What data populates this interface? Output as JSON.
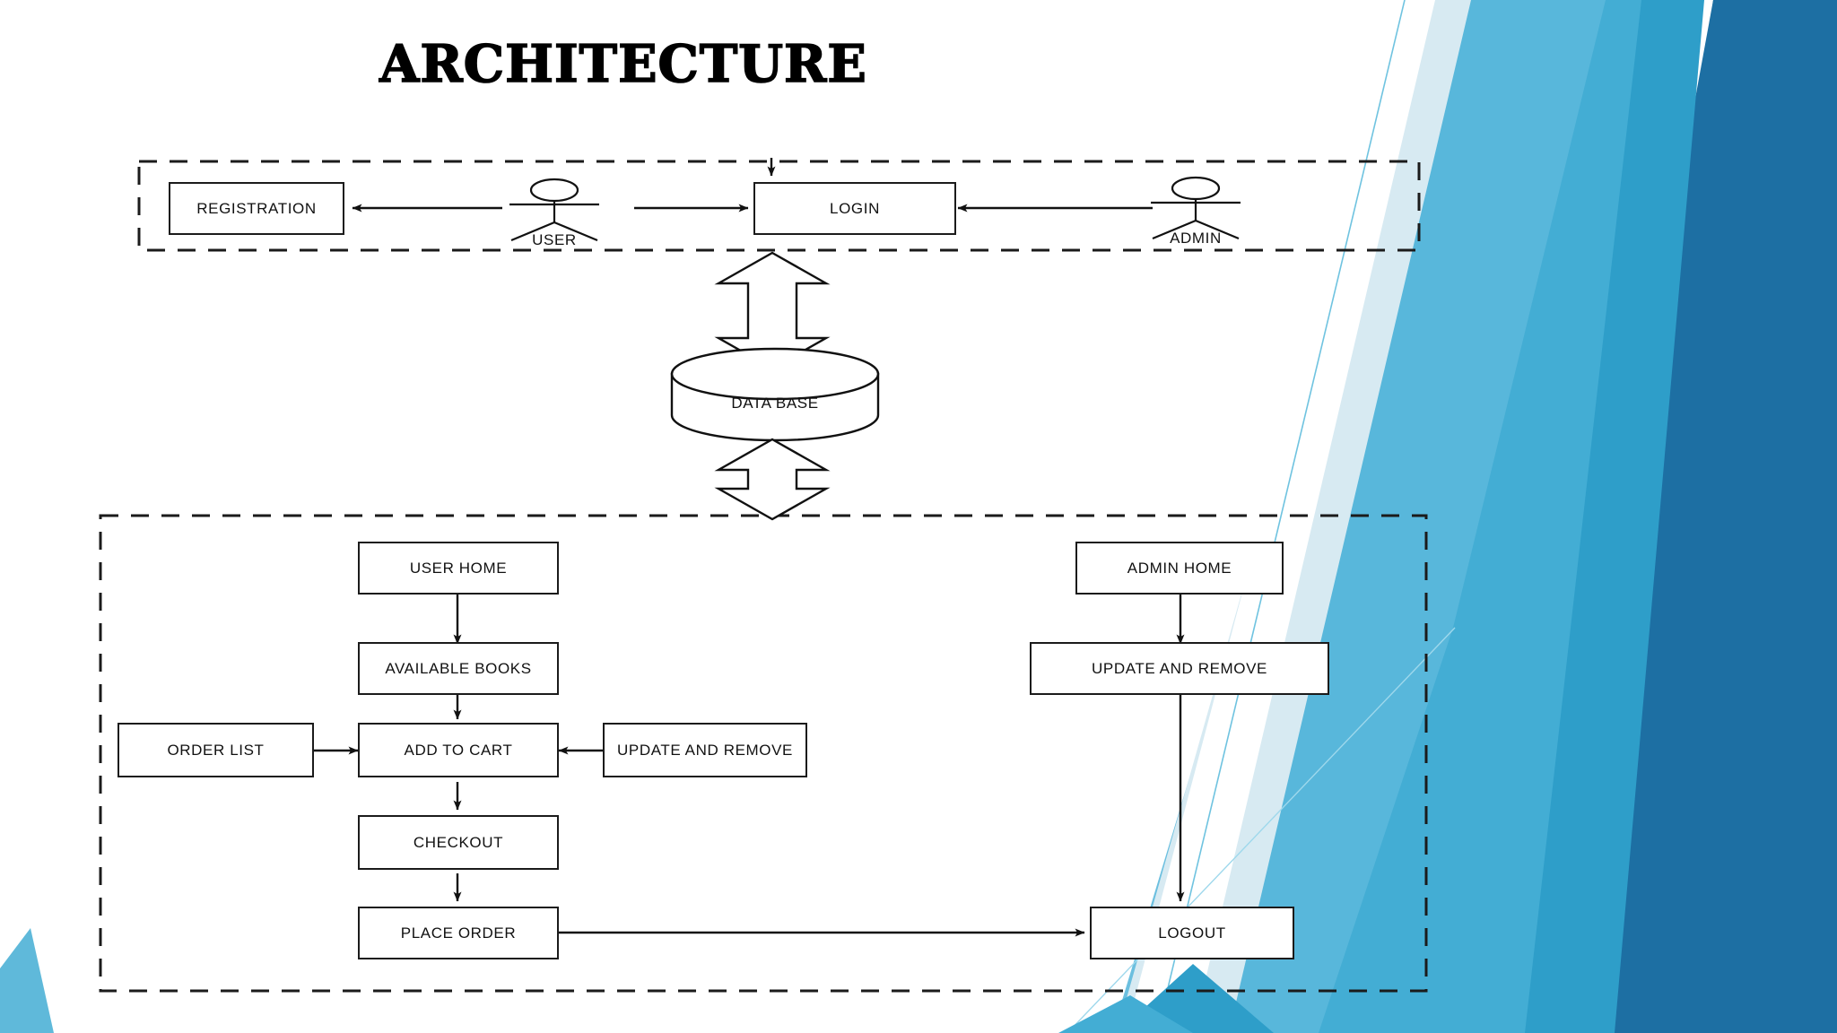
{
  "slide": {
    "title": "ARCHITECTURE",
    "background_color": "#ffffff"
  },
  "palette": {
    "line": "#1b1b1b",
    "text": "#111111",
    "blue_light": "#8FCFE6",
    "blue_pale": "#D7EAF2",
    "blue_mid": "#43ADD4",
    "blue_mid2": "#2E9EC9",
    "blue_dark": "#1D6FA3",
    "blue_deep": "#17638F",
    "hairline": "#6FC3E0"
  },
  "top_group": {
    "name": "authentication-group",
    "border_style": "dashed",
    "nodes": [
      {
        "id": "registration",
        "label": "REGISTRATION"
      },
      {
        "id": "login",
        "label": "LOGIN"
      }
    ],
    "actors": [
      {
        "id": "user",
        "label": "USER"
      },
      {
        "id": "admin",
        "label": "ADMIN"
      }
    ]
  },
  "database": {
    "label": "DATA BASE",
    "shape": "cylinder"
  },
  "connectors": {
    "db_up": "bidirectional-block-arrow",
    "db_down": "bidirectional-block-arrow"
  },
  "bottom_group": {
    "name": "application-group",
    "border_style": "dashed",
    "user_flow": [
      {
        "id": "user-home",
        "label": "USER HOME"
      },
      {
        "id": "available-books",
        "label": "AVAILABLE BOOKS"
      },
      {
        "id": "order-list",
        "label": "ORDER LIST"
      },
      {
        "id": "add-to-cart",
        "label": "ADD TO CART"
      },
      {
        "id": "update-and-remove-user",
        "label": "UPDATE AND REMOVE"
      },
      {
        "id": "checkout",
        "label": "CHECKOUT"
      },
      {
        "id": "place-order",
        "label": "PLACE ORDER"
      }
    ],
    "admin_flow": [
      {
        "id": "admin-home",
        "label": "ADMIN HOME"
      },
      {
        "id": "update-and-remove-admin",
        "label": "UPDATE AND REMOVE"
      },
      {
        "id": "logout",
        "label": "LOGOUT"
      }
    ]
  },
  "edges": [
    {
      "from": "user",
      "to": "registration",
      "kind": "arrow"
    },
    {
      "from": "user",
      "to": "login",
      "kind": "arrow"
    },
    {
      "from": "admin",
      "to": "login",
      "kind": "arrow"
    },
    {
      "from": "login",
      "to": "login-top",
      "kind": "arrow"
    },
    {
      "from": "user-home",
      "to": "available-books",
      "kind": "arrow"
    },
    {
      "from": "available-books",
      "to": "add-to-cart",
      "kind": "arrow"
    },
    {
      "from": "order-list",
      "to": "add-to-cart",
      "kind": "arrow"
    },
    {
      "from": "update-and-remove-user",
      "to": "add-to-cart",
      "kind": "arrow"
    },
    {
      "from": "add-to-cart",
      "to": "checkout",
      "kind": "arrow"
    },
    {
      "from": "checkout",
      "to": "place-order",
      "kind": "arrow"
    },
    {
      "from": "place-order",
      "to": "logout",
      "kind": "arrow"
    },
    {
      "from": "admin-home",
      "to": "update-and-remove-admin",
      "kind": "arrow"
    },
    {
      "from": "update-and-remove-admin",
      "to": "logout",
      "kind": "arrow"
    }
  ]
}
